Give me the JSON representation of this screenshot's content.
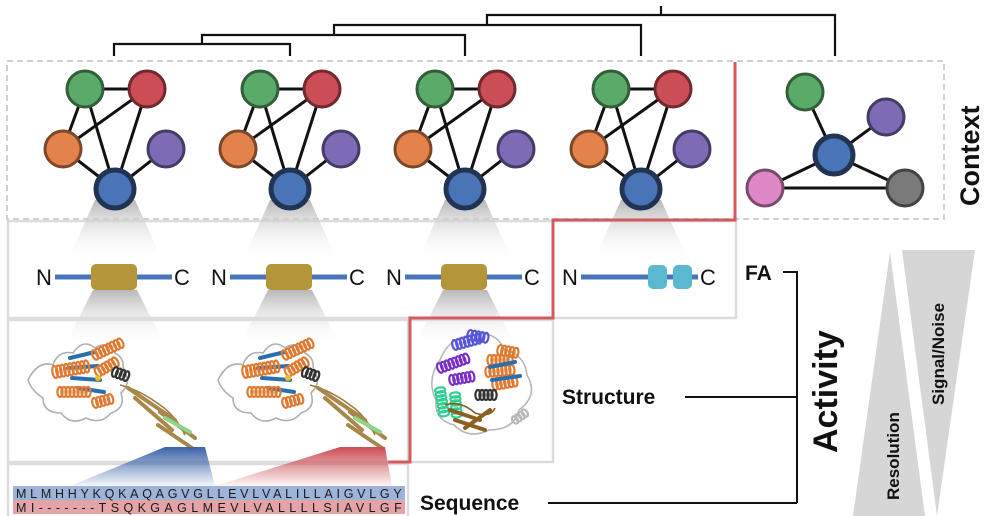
{
  "context_label": "Context",
  "activity_label": "Activity",
  "levels": {
    "fa": "FA",
    "structure": "Structure",
    "sequence": "Sequence"
  },
  "gradients": {
    "resolution": "Resolution",
    "signal_noise": "Signal/Noise"
  },
  "domain_labels": {
    "n": "N",
    "c": "C"
  },
  "sequences": [
    {
      "name": "sequence-1",
      "text": "MLMHHYKQKAQAGVGLLEVLVALILLAIGVLGY",
      "color": "#9db4d8"
    },
    {
      "name": "sequence-2",
      "text": "MI-------TSQKGAGLMEVLVALLLLSIAVLGF",
      "color": "#e4a3a6"
    }
  ],
  "node_colors": {
    "green": "#5aab6a",
    "red": "#cc4d55",
    "orange": "#e3834b",
    "purple": "#7d6bb5",
    "blue": "#4a74b8",
    "pink": "#dd88c4",
    "gray": "#7a7a7a"
  },
  "accent_color": "#d45a5e",
  "domain_colors": {
    "gold": "#b3953a",
    "cyan": "#5ab8d0",
    "linker": "#4a74b8"
  }
}
